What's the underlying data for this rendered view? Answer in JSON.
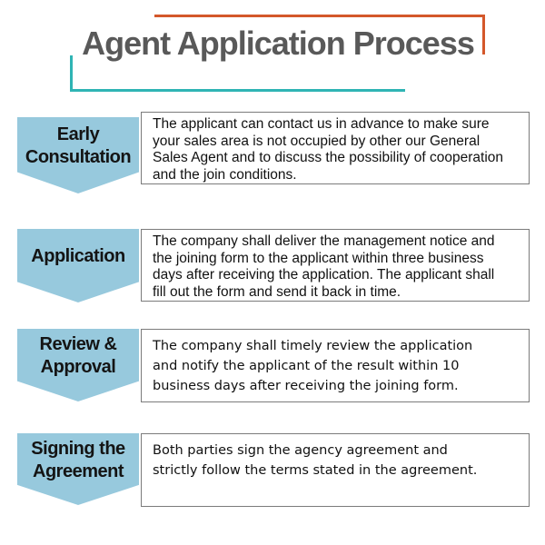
{
  "title": "Agent Application Process",
  "colors": {
    "accent_orange": "#d4582b",
    "accent_teal": "#2fb4b4",
    "step_banner_blue": "#97c9dd",
    "title_gray": "#595959",
    "box_border_gray": "#7b7b7b"
  },
  "steps": [
    {
      "label": "Early\nConsultation",
      "description": "The applicant can contact us in advance to make sure\nyour sales area is not occupied by other our General\nSales Agent and to discuss the possibility of cooperation\nand the join conditions."
    },
    {
      "label": "Application",
      "description": "The company shall deliver the management notice and\nthe joining form to the applicant within three business\ndays after receiving the application. The applicant shall\nfill out the form and send it back in time."
    },
    {
      "label": "Review &\nApproval",
      "description": "The company shall timely review the application\nand notify the applicant of the result within 10\nbusiness days after receiving the joining form."
    },
    {
      "label": "Signing the\nAgreement",
      "description": "Both parties sign the agency agreement and\nstrictly follow the terms stated in the agreement."
    }
  ]
}
